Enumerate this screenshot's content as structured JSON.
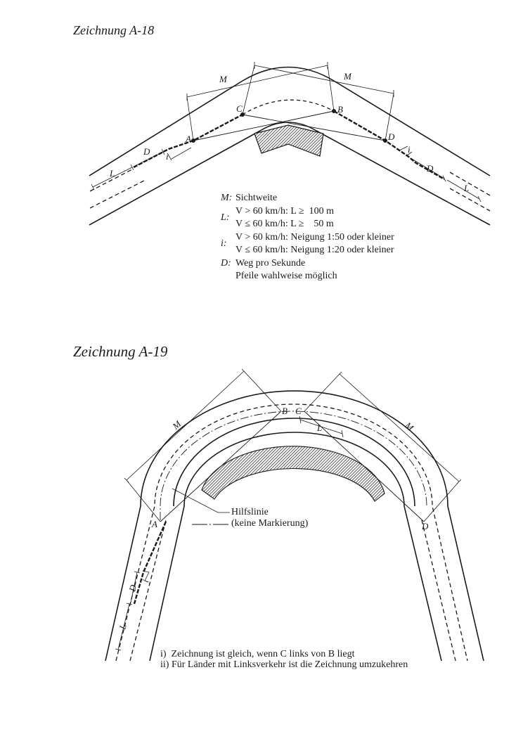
{
  "figure_a18": {
    "title": "Zeichnung A-18",
    "labels": {
      "m_left": "M",
      "m_right": "M",
      "a": "A",
      "b": "B",
      "c": "C",
      "d": "D",
      "d_left": "D",
      "l_left": "L",
      "i_left": "i",
      "i_right": "i",
      "d_right": "D",
      "l_right": "L"
    },
    "legend": {
      "m_key": "M:",
      "m_text": "Sichtweite",
      "l_key": "L:",
      "l_line1": "V > 60 km/h: L ≥  100 m",
      "l_line2": "V ≤ 60 km/h: L ≥    50 m",
      "i_key": "i:",
      "i_line1": "V > 60 km/h: Neigung 1:50 oder kleiner",
      "i_line2": "V ≤ 60 km/h: Neigung 1:20 oder kleiner",
      "d_key": "D:",
      "d_text": "Weg pro Sekunde",
      "arrows_text": "Pfeile wahlweise möglich"
    }
  },
  "figure_a19": {
    "title": "Zeichnung A-19",
    "labels": {
      "m_left": "M",
      "m_right": "M",
      "a": "A",
      "b": "B",
      "c": "C",
      "d": "D",
      "l_top": "L",
      "l_left": "L",
      "d_left": "D",
      "i_left": "i"
    },
    "hilfslinie_label": "Hilfslinie",
    "hilfslinie_note": "(keine Markierung)",
    "notes": [
      "i)  Zeichnung ist gleich, wenn C links von B liegt",
      "ii) Für Länder mit Linksverkehr ist die Zeichnung umzukehren"
    ]
  }
}
